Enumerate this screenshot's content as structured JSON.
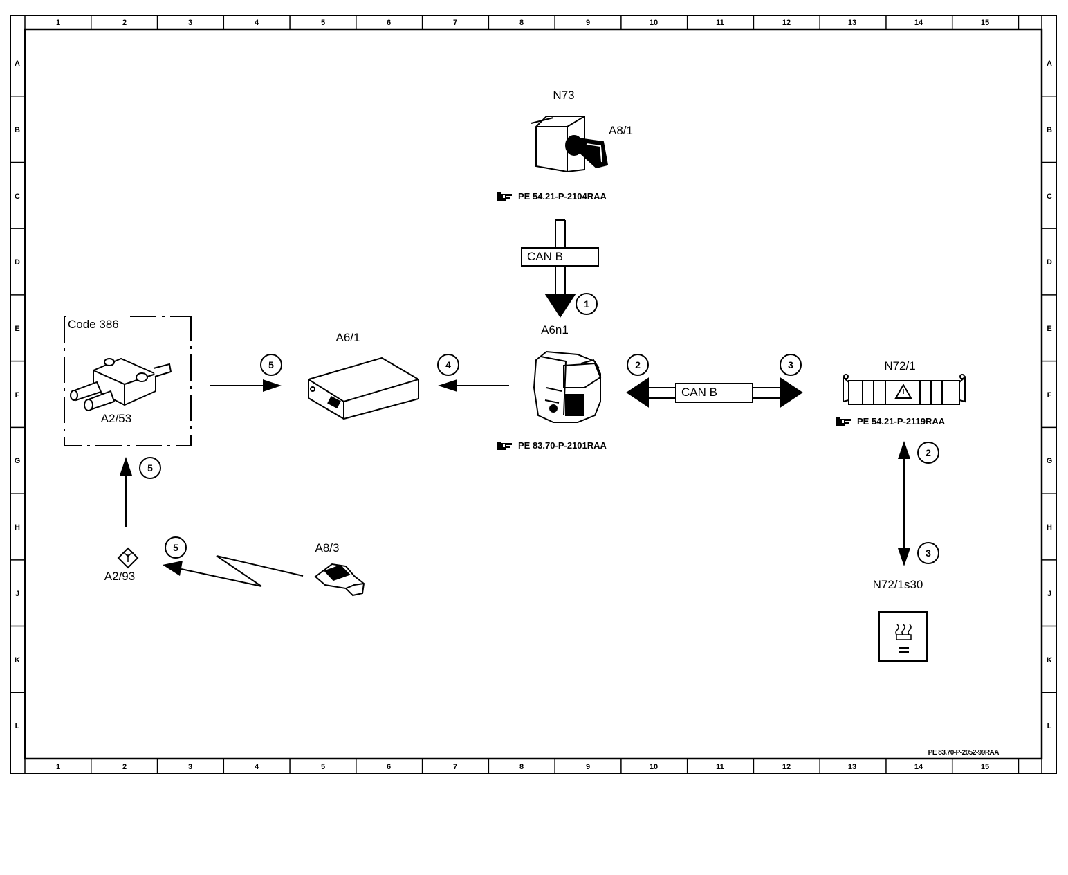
{
  "border": {
    "columns": [
      "1",
      "2",
      "3",
      "4",
      "5",
      "6",
      "7",
      "8",
      "9",
      "10",
      "11",
      "12",
      "13",
      "14",
      "15"
    ],
    "rows": [
      "A",
      "B",
      "C",
      "D",
      "E",
      "F",
      "G",
      "H",
      "J",
      "K",
      "L"
    ]
  },
  "components": {
    "n73": "N73",
    "a8_1": "A8/1",
    "a6n1": "A6n1",
    "a6_1": "A6/1",
    "a2_53": "A2/53",
    "code": "Code 386",
    "a2_93": "A2/93",
    "a8_3": "A8/3",
    "n72_1": "N72/1",
    "n72_1s30": "N72/1s30"
  },
  "references": {
    "n73_ref": "PE 54.21-P-2104RAA",
    "a6n1_ref": "PE 83.70-P-2101RAA",
    "n72_1_ref": "PE 54.21-P-2119RAA",
    "doc_id": "PE 83.70-P-2052-99RAA"
  },
  "bus": {
    "can_vertical": "CAN B",
    "can_horizontal": "CAN B"
  },
  "signals": {
    "s1": "1",
    "s2a": "2",
    "s3a": "3",
    "s4": "4",
    "s5a": "5",
    "s5b": "5",
    "s5c": "5",
    "s2b": "2",
    "s3b": "3"
  },
  "icon_names": [
    "ref-hand-icon",
    "ignition-lock-icon",
    "control-unit-icon",
    "heater-unit-icon",
    "sensor-icon",
    "transmitter-key-icon",
    "antenna-icon",
    "switch-panel-icon",
    "heater-button-icon"
  ]
}
